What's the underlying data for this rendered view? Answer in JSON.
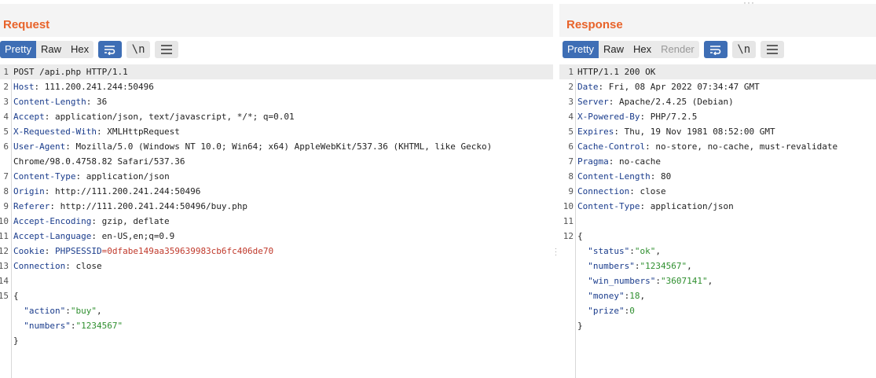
{
  "request": {
    "title": "Request",
    "tabs": [
      "Pretty",
      "Raw",
      "Hex"
    ],
    "active_tab": "Pretty",
    "icons": [
      "wrap-lines-icon",
      "newline-toggle-icon",
      "menu-icon"
    ],
    "newline_label": "\\n",
    "lines": [
      {
        "n": "1",
        "parts": [
          {
            "t": "POST /api.php HTTP/1.1",
            "c": "plain"
          }
        ],
        "hl": true
      },
      {
        "n": "2",
        "parts": [
          {
            "t": "Host",
            "c": "hname"
          },
          {
            "t": ": 111.200.241.244:50496",
            "c": "plain"
          }
        ]
      },
      {
        "n": "3",
        "parts": [
          {
            "t": "Content-Length",
            "c": "hname"
          },
          {
            "t": ": 36",
            "c": "plain"
          }
        ]
      },
      {
        "n": "4",
        "parts": [
          {
            "t": "Accept",
            "c": "hname"
          },
          {
            "t": ": application/json, text/javascript, */*; q=0.01",
            "c": "plain"
          }
        ]
      },
      {
        "n": "5",
        "parts": [
          {
            "t": "X-Requested-With",
            "c": "hname"
          },
          {
            "t": ": XMLHttpRequest",
            "c": "plain"
          }
        ]
      },
      {
        "n": "6",
        "parts": [
          {
            "t": "User-Agent",
            "c": "hname"
          },
          {
            "t": ": Mozilla/5.0 (Windows NT 10.0; Win64; x64) AppleWebKit/537.36 (KHTML, like Gecko)",
            "c": "plain"
          }
        ]
      },
      {
        "n": "",
        "parts": [
          {
            "t": "Chrome/98.0.4758.82 Safari/537.36",
            "c": "plain"
          }
        ]
      },
      {
        "n": "7",
        "parts": [
          {
            "t": "Content-Type",
            "c": "hname"
          },
          {
            "t": ": application/json",
            "c": "plain"
          }
        ]
      },
      {
        "n": "8",
        "parts": [
          {
            "t": "Origin",
            "c": "hname"
          },
          {
            "t": ": http://111.200.241.244:50496",
            "c": "plain"
          }
        ]
      },
      {
        "n": "9",
        "parts": [
          {
            "t": "Referer",
            "c": "hname"
          },
          {
            "t": ": http://111.200.241.244:50496/buy.php",
            "c": "plain"
          }
        ]
      },
      {
        "n": "10",
        "parts": [
          {
            "t": "Accept-Encoding",
            "c": "hname"
          },
          {
            "t": ": gzip, deflate",
            "c": "plain"
          }
        ]
      },
      {
        "n": "11",
        "parts": [
          {
            "t": "Accept-Language",
            "c": "hname"
          },
          {
            "t": ": en-US,en;q=0.9",
            "c": "plain"
          }
        ]
      },
      {
        "n": "12",
        "parts": [
          {
            "t": "Cookie",
            "c": "hname"
          },
          {
            "t": ": ",
            "c": "plain"
          },
          {
            "t": "PHPSESSID",
            "c": "cname"
          },
          {
            "t": "=0dfabe149aa359639983cb6fc406de70",
            "c": "cval"
          }
        ]
      },
      {
        "n": "13",
        "parts": [
          {
            "t": "Connection",
            "c": "hname"
          },
          {
            "t": ": close",
            "c": "plain"
          }
        ]
      },
      {
        "n": "14",
        "parts": []
      },
      {
        "n": "15",
        "parts": [
          {
            "t": "{",
            "c": "plain"
          }
        ]
      },
      {
        "n": "",
        "parts": [
          {
            "t": "  ",
            "c": "plain"
          },
          {
            "t": "\"action\"",
            "c": "jkey"
          },
          {
            "t": ":",
            "c": "plain"
          },
          {
            "t": "\"buy\"",
            "c": "jstr"
          },
          {
            "t": ",",
            "c": "plain"
          }
        ]
      },
      {
        "n": "",
        "parts": [
          {
            "t": "  ",
            "c": "plain"
          },
          {
            "t": "\"numbers\"",
            "c": "jkey"
          },
          {
            "t": ":",
            "c": "plain"
          },
          {
            "t": "\"1234567\"",
            "c": "jstr"
          }
        ]
      },
      {
        "n": "",
        "parts": [
          {
            "t": "}",
            "c": "plain"
          }
        ]
      }
    ]
  },
  "response": {
    "title": "Response",
    "tabs": [
      "Pretty",
      "Raw",
      "Hex",
      "Render"
    ],
    "active_tab": "Pretty",
    "disabled_tab": "Render",
    "icons": [
      "wrap-lines-icon",
      "newline-toggle-icon",
      "menu-icon"
    ],
    "newline_label": "\\n",
    "lines": [
      {
        "n": "1",
        "parts": [
          {
            "t": "HTTP/1.1 200 OK",
            "c": "plain"
          }
        ],
        "hl": true
      },
      {
        "n": "2",
        "parts": [
          {
            "t": "Date",
            "c": "hname"
          },
          {
            "t": ": Fri, 08 Apr 2022 07:34:47 GMT",
            "c": "plain"
          }
        ]
      },
      {
        "n": "3",
        "parts": [
          {
            "t": "Server",
            "c": "hname"
          },
          {
            "t": ": Apache/2.4.25 (Debian)",
            "c": "plain"
          }
        ]
      },
      {
        "n": "4",
        "parts": [
          {
            "t": "X-Powered-By",
            "c": "hname"
          },
          {
            "t": ": PHP/7.2.5",
            "c": "plain"
          }
        ]
      },
      {
        "n": "5",
        "parts": [
          {
            "t": "Expires",
            "c": "hname"
          },
          {
            "t": ": Thu, 19 Nov 1981 08:52:00 GMT",
            "c": "plain"
          }
        ]
      },
      {
        "n": "6",
        "parts": [
          {
            "t": "Cache-Control",
            "c": "hname"
          },
          {
            "t": ": no-store, no-cache, must-revalidate",
            "c": "plain"
          }
        ]
      },
      {
        "n": "7",
        "parts": [
          {
            "t": "Pragma",
            "c": "hname"
          },
          {
            "t": ": no-cache",
            "c": "plain"
          }
        ]
      },
      {
        "n": "8",
        "parts": [
          {
            "t": "Content-Length",
            "c": "hname"
          },
          {
            "t": ": 80",
            "c": "plain"
          }
        ]
      },
      {
        "n": "9",
        "parts": [
          {
            "t": "Connection",
            "c": "hname"
          },
          {
            "t": ": close",
            "c": "plain"
          }
        ]
      },
      {
        "n": "10",
        "parts": [
          {
            "t": "Content-Type",
            "c": "hname"
          },
          {
            "t": ": application/json",
            "c": "plain"
          }
        ]
      },
      {
        "n": "11",
        "parts": []
      },
      {
        "n": "12",
        "parts": [
          {
            "t": "{",
            "c": "plain"
          }
        ]
      },
      {
        "n": "",
        "parts": [
          {
            "t": "  ",
            "c": "plain"
          },
          {
            "t": "\"status\"",
            "c": "jkey"
          },
          {
            "t": ":",
            "c": "plain"
          },
          {
            "t": "\"ok\"",
            "c": "jstr"
          },
          {
            "t": ",",
            "c": "plain"
          }
        ]
      },
      {
        "n": "",
        "parts": [
          {
            "t": "  ",
            "c": "plain"
          },
          {
            "t": "\"numbers\"",
            "c": "jkey"
          },
          {
            "t": ":",
            "c": "plain"
          },
          {
            "t": "\"1234567\"",
            "c": "jstr"
          },
          {
            "t": ",",
            "c": "plain"
          }
        ]
      },
      {
        "n": "",
        "parts": [
          {
            "t": "  ",
            "c": "plain"
          },
          {
            "t": "\"win_numbers\"",
            "c": "jkey"
          },
          {
            "t": ":",
            "c": "plain"
          },
          {
            "t": "\"3607141\"",
            "c": "jstr"
          },
          {
            "t": ",",
            "c": "plain"
          }
        ]
      },
      {
        "n": "",
        "parts": [
          {
            "t": "  ",
            "c": "plain"
          },
          {
            "t": "\"money\"",
            "c": "jkey"
          },
          {
            "t": ":",
            "c": "plain"
          },
          {
            "t": "18",
            "c": "jnum"
          },
          {
            "t": ",",
            "c": "plain"
          }
        ]
      },
      {
        "n": "",
        "parts": [
          {
            "t": "  ",
            "c": "plain"
          },
          {
            "t": "\"prize\"",
            "c": "jkey"
          },
          {
            "t": ":",
            "c": "plain"
          },
          {
            "t": "0",
            "c": "jnum"
          }
        ]
      },
      {
        "n": "",
        "parts": [
          {
            "t": "}",
            "c": "plain"
          }
        ]
      }
    ]
  },
  "colors": {
    "accent_title": "#e8632a",
    "active_tab": "#3e6eb5",
    "header_name": "#1a3c8c",
    "cookie_value": "#c0392b",
    "json_value": "#2f8f2f"
  }
}
